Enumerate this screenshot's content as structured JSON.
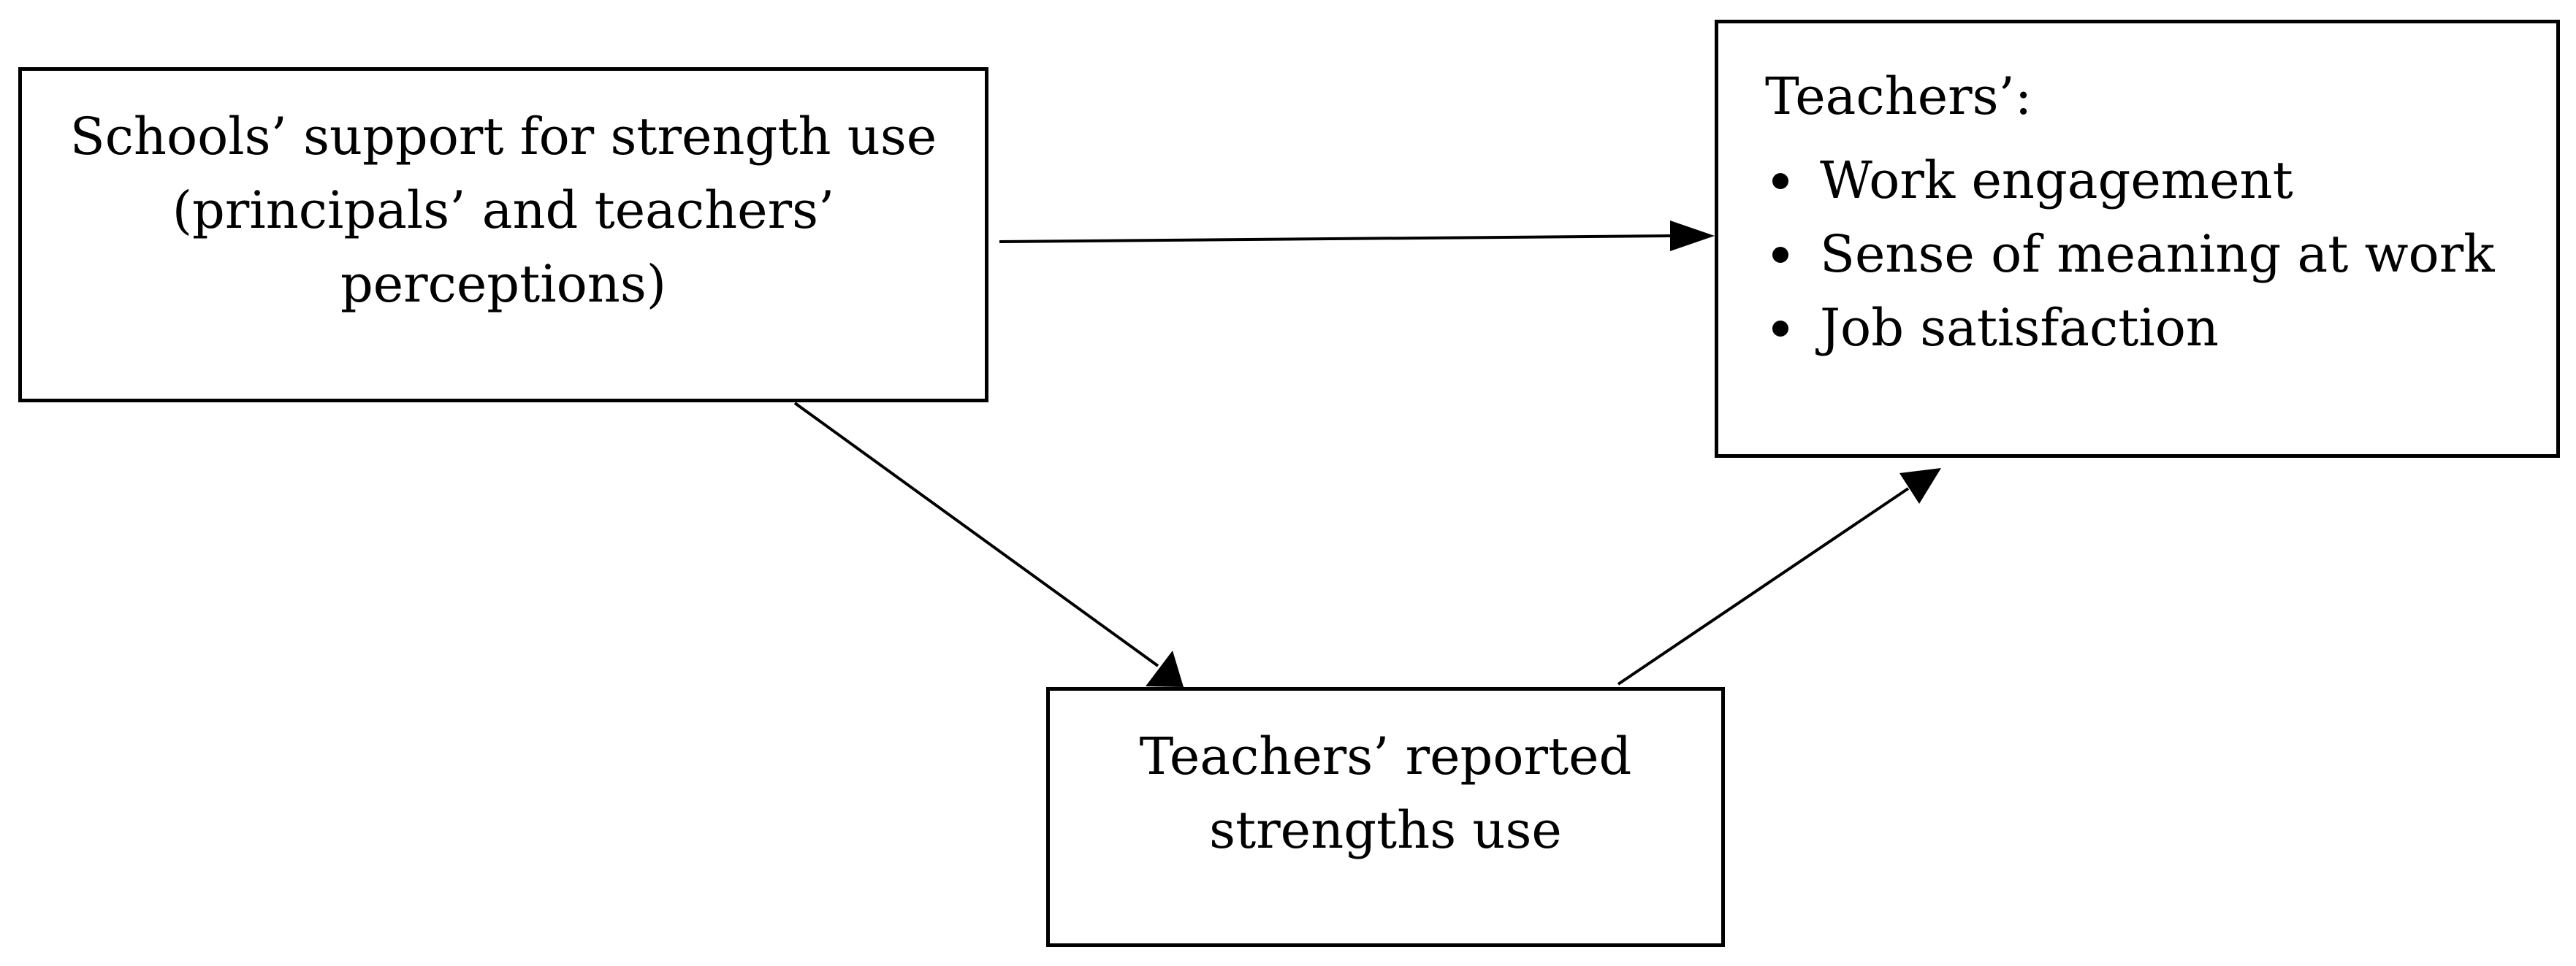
{
  "nodes": {
    "support": {
      "lines": [
        "Schools’ support for strength use",
        "(principals’ and teachers’",
        "perceptions)"
      ]
    },
    "outcomes": {
      "heading": "Teachers’:",
      "items": [
        "Work engagement",
        "Sense of meaning at work",
        "Job satisfaction"
      ]
    },
    "strengths_use": {
      "lines": [
        "Teachers’ reported",
        "strengths use"
      ]
    }
  },
  "edges": [
    {
      "from": "support",
      "to": "outcomes"
    },
    {
      "from": "support",
      "to": "strengths_use"
    },
    {
      "from": "strengths_use",
      "to": "outcomes"
    }
  ],
  "colors": {
    "stroke": "#000000",
    "background": "#ffffff"
  }
}
